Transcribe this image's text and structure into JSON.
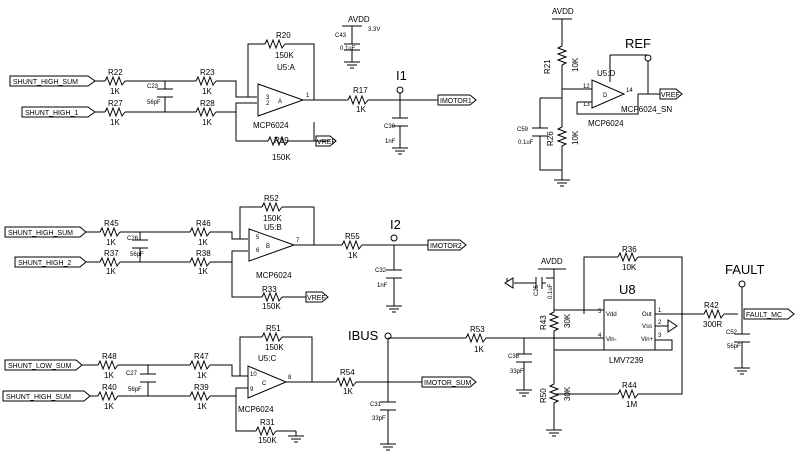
{
  "colors": {
    "line": "#000000",
    "background": "#ffffff"
  },
  "ports": {
    "shunt_high_sum_1": "SHUNT_HIGH_SUM",
    "shunt_high_1": "SHUNT_HIGH_1",
    "shunt_high_sum_2": "SHUNT_HIGH_SUM",
    "shunt_high_2": "SHUNT_HIGH_2",
    "shunt_low_sum": "SHUNT_LOW_SUM",
    "shunt_high_sum_3": "SHUNT_HIGH_SUM",
    "imotor1": "IMOTOR1",
    "imotor2": "IMOTOR2",
    "imotor_sum": "IMOTOR_SUM",
    "vref_1": "VREF",
    "vref_2": "VREF",
    "vref_3": "VREF",
    "fault_mc": "FAULT_MC"
  },
  "power": {
    "avdd_1": "AVDD",
    "avdd_1_v": "3.3V",
    "avdd_2": "AVDD",
    "avdd_3": "AVDD"
  },
  "nets": {
    "i1": "I1",
    "i2": "I2",
    "ibus": "IBUS",
    "ref": "REF",
    "fault": "FAULT"
  },
  "resistors": {
    "r22": {
      "ref": "R22",
      "val": "1K"
    },
    "r27": {
      "ref": "R27",
      "val": "1K"
    },
    "r23": {
      "ref": "R23",
      "val": "1K"
    },
    "r28": {
      "ref": "R28",
      "val": "1K"
    },
    "r20": {
      "ref": "R20",
      "val": "150K"
    },
    "r19": {
      "ref": "R19",
      "val": "150K"
    },
    "r17": {
      "ref": "R17",
      "val": "1K"
    },
    "r21": {
      "ref": "R21",
      "val": "10K"
    },
    "r26": {
      "ref": "R26",
      "val": "10K"
    },
    "r45": {
      "ref": "R45",
      "val": "1K"
    },
    "r37": {
      "ref": "R37",
      "val": "1K"
    },
    "r46": {
      "ref": "R46",
      "val": "1K"
    },
    "r38": {
      "ref": "R38",
      "val": "1K"
    },
    "r52": {
      "ref": "R52",
      "val": "150K"
    },
    "r33": {
      "ref": "R33",
      "val": "150K"
    },
    "r55": {
      "ref": "R55",
      "val": "1K"
    },
    "r48": {
      "ref": "R48",
      "val": "1K"
    },
    "r40": {
      "ref": "R40",
      "val": "1K"
    },
    "r47": {
      "ref": "R47",
      "val": "1K"
    },
    "r39": {
      "ref": "R39",
      "val": "1K"
    },
    "r51": {
      "ref": "R51",
      "val": "150K"
    },
    "r31": {
      "ref": "R31",
      "val": "150K"
    },
    "r54": {
      "ref": "R54",
      "val": "1K"
    },
    "r53": {
      "ref": "R53",
      "val": "1K"
    },
    "r43": {
      "ref": "R43",
      "val": "30K"
    },
    "r50": {
      "ref": "R50",
      "val": "30K"
    },
    "r36": {
      "ref": "R36",
      "val": "10K"
    },
    "r44": {
      "ref": "R44",
      "val": "1M"
    },
    "r42": {
      "ref": "R42",
      "val": "300R"
    }
  },
  "capacitors": {
    "c23": {
      "ref": "C23",
      "val": "56pF"
    },
    "c43": {
      "ref": "C43",
      "val": "0.1uF"
    },
    "c30": {
      "ref": "C30",
      "val": "1nF"
    },
    "c59": {
      "ref": "C59",
      "val": "0.1uF"
    },
    "c26": {
      "ref": "C26",
      "val": "56pF"
    },
    "c32": {
      "ref": "C32",
      "val": "1nF"
    },
    "c27": {
      "ref": "C27",
      "val": "56pF"
    },
    "c31": {
      "ref": "C31",
      "val": "33pF"
    },
    "c38": {
      "ref": "C38",
      "val": "33pF"
    },
    "c25": {
      "ref": "C25",
      "val": "0.1uF"
    },
    "c52": {
      "ref": "C52",
      "val": "56pF"
    }
  },
  "amps": {
    "u5a": {
      "ref": "U5:A",
      "part": "MCP6024",
      "sym": "A"
    },
    "u5b": {
      "ref": "U5:B",
      "part": "MCP6024",
      "sym": "B"
    },
    "u5c": {
      "ref": "U5:C",
      "part": "MCP6024",
      "sym": "C"
    },
    "u5d": {
      "ref": "U5:D",
      "part": "MCP6024_SN",
      "sym": "D",
      "part2": "MCP6024"
    }
  },
  "comparator": {
    "ref": "U8",
    "part": "LMV7239",
    "pins": {
      "vdd": "Vdd",
      "out": "Out",
      "vss": "Vss",
      "vin_minus": "Vin-",
      "vin_plus": "Vin+"
    },
    "pin_numbers": {
      "vdd": "5",
      "out": "1",
      "vss": "2",
      "vin_minus": "4",
      "vin_plus": "3"
    }
  },
  "pin_numbers": {
    "u5a_plus": "3",
    "u5a_minus": "2",
    "u5a_out": "1",
    "u5b_plus": "5",
    "u5b_minus": "6",
    "u5b_out": "7",
    "u5c_plus": "10",
    "u5c_minus": "9",
    "u5c_out": "8",
    "u5d_plus": "12",
    "u5d_minus": "13",
    "u5d_out": "14"
  }
}
